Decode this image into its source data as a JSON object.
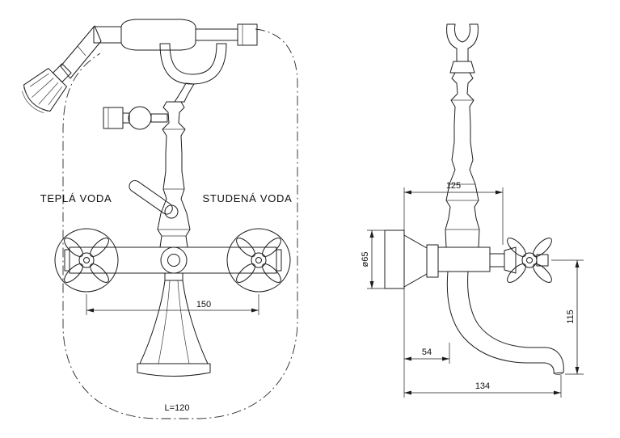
{
  "diagram": {
    "front": {
      "hot_label": "TEPLÁ VODA",
      "cold_label": "STUDENÁ VODA",
      "dim_spacing": "150",
      "hose_length": "L=120"
    },
    "side": {
      "dim_top_width": "125",
      "dim_diameter": "ø65",
      "dim_wall_offset": "54",
      "dim_total_length": "134",
      "dim_height": "115"
    }
  }
}
